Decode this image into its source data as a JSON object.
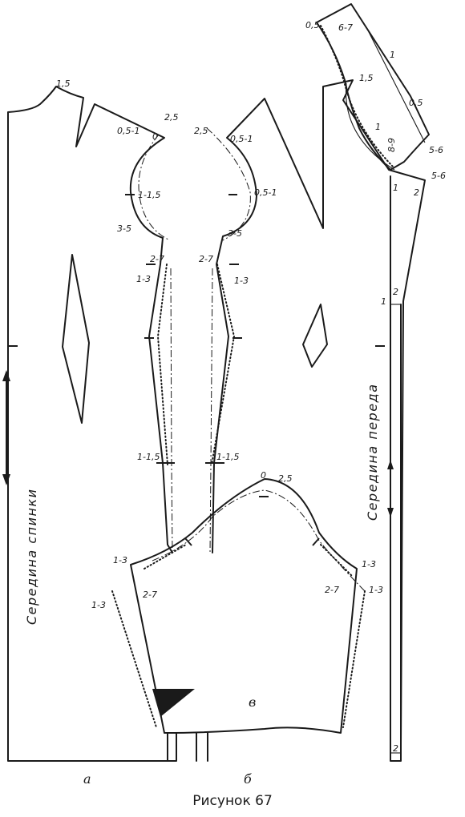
{
  "caption": "Рисунок 67",
  "texts": {
    "back_center": "Середина спинки",
    "front_center": "Середина переда",
    "panel_a": "а",
    "panel_b": "б",
    "panel_v": "в"
  },
  "labels": {
    "back_neck": "1,5",
    "back_shoulder": "2,5",
    "back_dart_a": "0,5-1",
    "back_dart_b": "0",
    "back_armhole_1": "1-1,5",
    "back_armhole_2": "3-5",
    "back_side_1": "2-7",
    "back_side_2": "1-3",
    "back_waist": "1-1,5",
    "front_shoulder_a": "2,5",
    "front_shoulder_b": "0,5-1",
    "front_armhole_1": "0,5-1",
    "front_armhole_2": "3-5",
    "front_side_1": "2-7",
    "front_side_2": "1-3",
    "front_waist": "1-1,5",
    "yoke_1": "0,5",
    "yoke_2": "6-7",
    "yoke_3": "1",
    "yoke_4": "1,5",
    "yoke_5": "0,5",
    "yoke_6": "1",
    "yoke_7": "8-9",
    "yoke_8": "5-6",
    "yoke_9": "5-6",
    "yoke_10": "1",
    "yoke_11": "2",
    "front_center_1": "2",
    "front_center_2": "1",
    "front_center_3": "2",
    "sleeve_top_1": "0",
    "sleeve_top_2": "2,5",
    "sleeve_l1": "1-3",
    "sleeve_l2": "2-7",
    "sleeve_l3": "1-3",
    "sleeve_r1": "1-3",
    "sleeve_r2": "2-7",
    "sleeve_r3": "1-3"
  }
}
